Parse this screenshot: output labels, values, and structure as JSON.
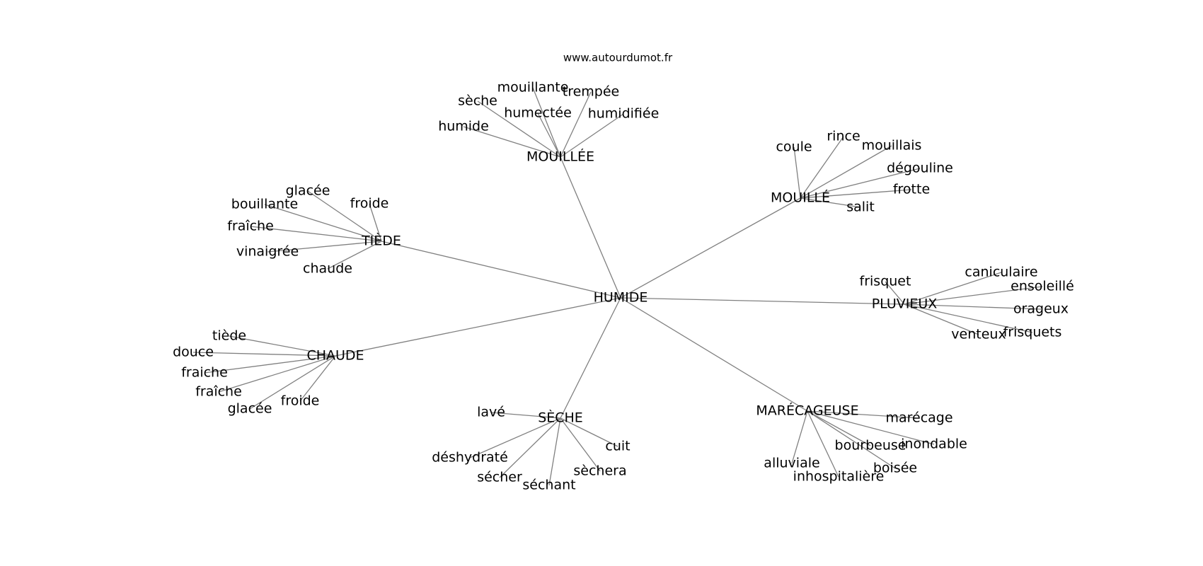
{
  "header": {
    "site": "www.autourdumot.fr"
  },
  "graph": {
    "center": "HUMIDE",
    "groups": [
      {
        "id": "mouillee",
        "label": "MOUILLÉE",
        "words": [
          "humide",
          "sèche",
          "mouillante",
          "humectée",
          "trempée",
          "humidifiée"
        ]
      },
      {
        "id": "mouille",
        "label": "MOUILLÉ",
        "words": [
          "coule",
          "rince",
          "mouillais",
          "dégouline",
          "frotte",
          "salit"
        ]
      },
      {
        "id": "tiede",
        "label": "TIÈDE",
        "words": [
          "glacée",
          "bouillante",
          "froide",
          "fraîche",
          "vinaigrée",
          "chaude"
        ]
      },
      {
        "id": "pluvieux",
        "label": "PLUVIEUX",
        "words": [
          "frisquet",
          "caniculaire",
          "ensoleillé",
          "orageux",
          "frisquets",
          "venteux"
        ]
      },
      {
        "id": "chaude",
        "label": "CHAUDE",
        "words": [
          "tiède",
          "douce",
          "fraiche",
          "fraîche",
          "glacée",
          "froide"
        ]
      },
      {
        "id": "seche",
        "label": "SÈCHE",
        "words": [
          "lavé",
          "cuit",
          "déshydraté",
          "sèchera",
          "sécher",
          "séchant"
        ]
      },
      {
        "id": "marecageuse",
        "label": "MARÉCAGEUSE",
        "words": [
          "marécage",
          "bourbeuse",
          "inondable",
          "alluviale",
          "boisée",
          "inhospitalière"
        ]
      }
    ]
  }
}
